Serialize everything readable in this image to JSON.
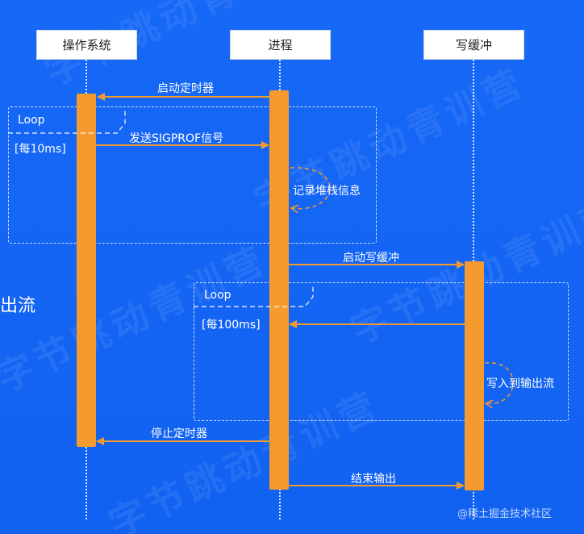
{
  "actors": [
    "操作系统",
    "进程",
    "写缓冲"
  ],
  "loops": [
    {
      "label": "Loop",
      "condition": "[每10ms]"
    },
    {
      "label": "Loop",
      "condition": "[每100ms]"
    }
  ],
  "messages": {
    "start_timer": "启动定时器",
    "send_signal": "发送SIGPROF信号",
    "record_stack": "记录堆栈信息",
    "start_buffer": "启动写缓冲",
    "write_output": "写入到输出流",
    "stop_timer": "停止定时器",
    "end_output": "结束输出"
  },
  "side_text": "出流",
  "watermark": "字节跳动青训营",
  "footer": "@稀土掘金技术社区",
  "colors": {
    "background": "#1565f5",
    "activation": "#f59a2e",
    "arrow": "#f59a2e"
  }
}
